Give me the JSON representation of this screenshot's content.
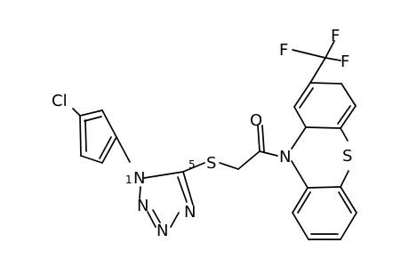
{
  "molecule": {
    "atoms": {
      "cl": "Cl",
      "s_thio": "S",
      "o": "O",
      "n_phenothiazine": "N",
      "s_ring": "S",
      "f1": "F",
      "f2": "F",
      "f3": "F",
      "n1_tetrazole": "N",
      "n1_locant": "1",
      "n2_tetrazole": "N",
      "n3_tetrazole": "N",
      "n4_tetrazole": "N",
      "c5_locant": "5"
    }
  },
  "colors": {
    "ink": "#000000",
    "background": "#ffffff"
  }
}
